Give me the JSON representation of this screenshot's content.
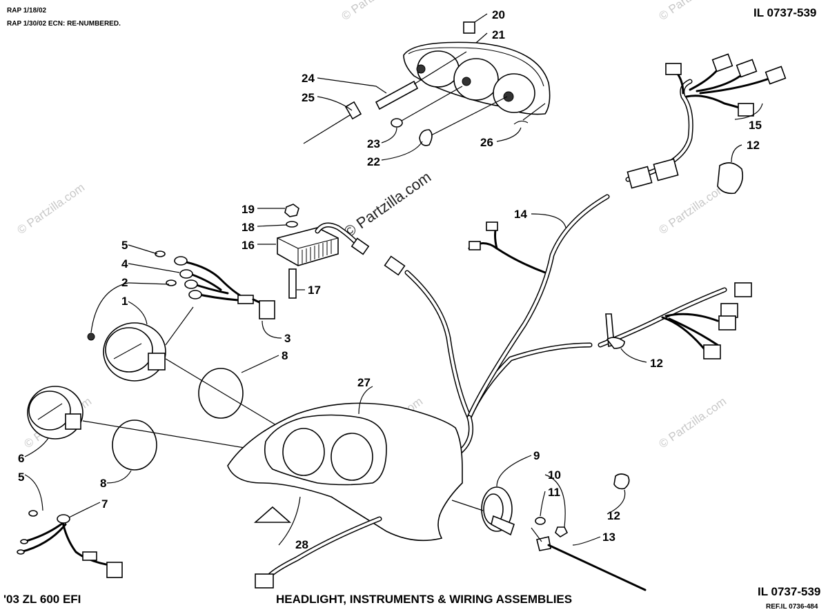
{
  "header": {
    "rev_line_1": "RAP 1/18/02",
    "rev_line_2": "RAP 1/30/02 ECN: RE-NUMBERED.",
    "illustration_top": "IL 0737-539",
    "illustration_bottom": "IL 0737-539",
    "reference": "REF.IL 0736-484"
  },
  "footer": {
    "model": "'03 ZL 600 EFI",
    "title": "HEADLIGHT, INSTRUMENTS & WIRING ASSEMBLIES"
  },
  "watermark": {
    "text": "© Partzilla.com",
    "main_text": "© Partzilla.com"
  },
  "callouts": {
    "c1": "1",
    "c2": "2",
    "c3": "3",
    "c4": "4",
    "c5a": "5",
    "c5b": "5",
    "c6": "6",
    "c7": "7",
    "c8a": "8",
    "c8b": "8",
    "c9": "9",
    "c10": "10",
    "c11": "11",
    "c12a": "12",
    "c12b": "12",
    "c12c": "12",
    "c13": "13",
    "c14": "14",
    "c15": "15",
    "c16": "16",
    "c17": "17",
    "c18": "18",
    "c19": "19",
    "c20": "20",
    "c21": "21",
    "c22": "22",
    "c23": "23",
    "c24": "24",
    "c25": "25",
    "c26": "26",
    "c27": "27",
    "c28": "28"
  }
}
